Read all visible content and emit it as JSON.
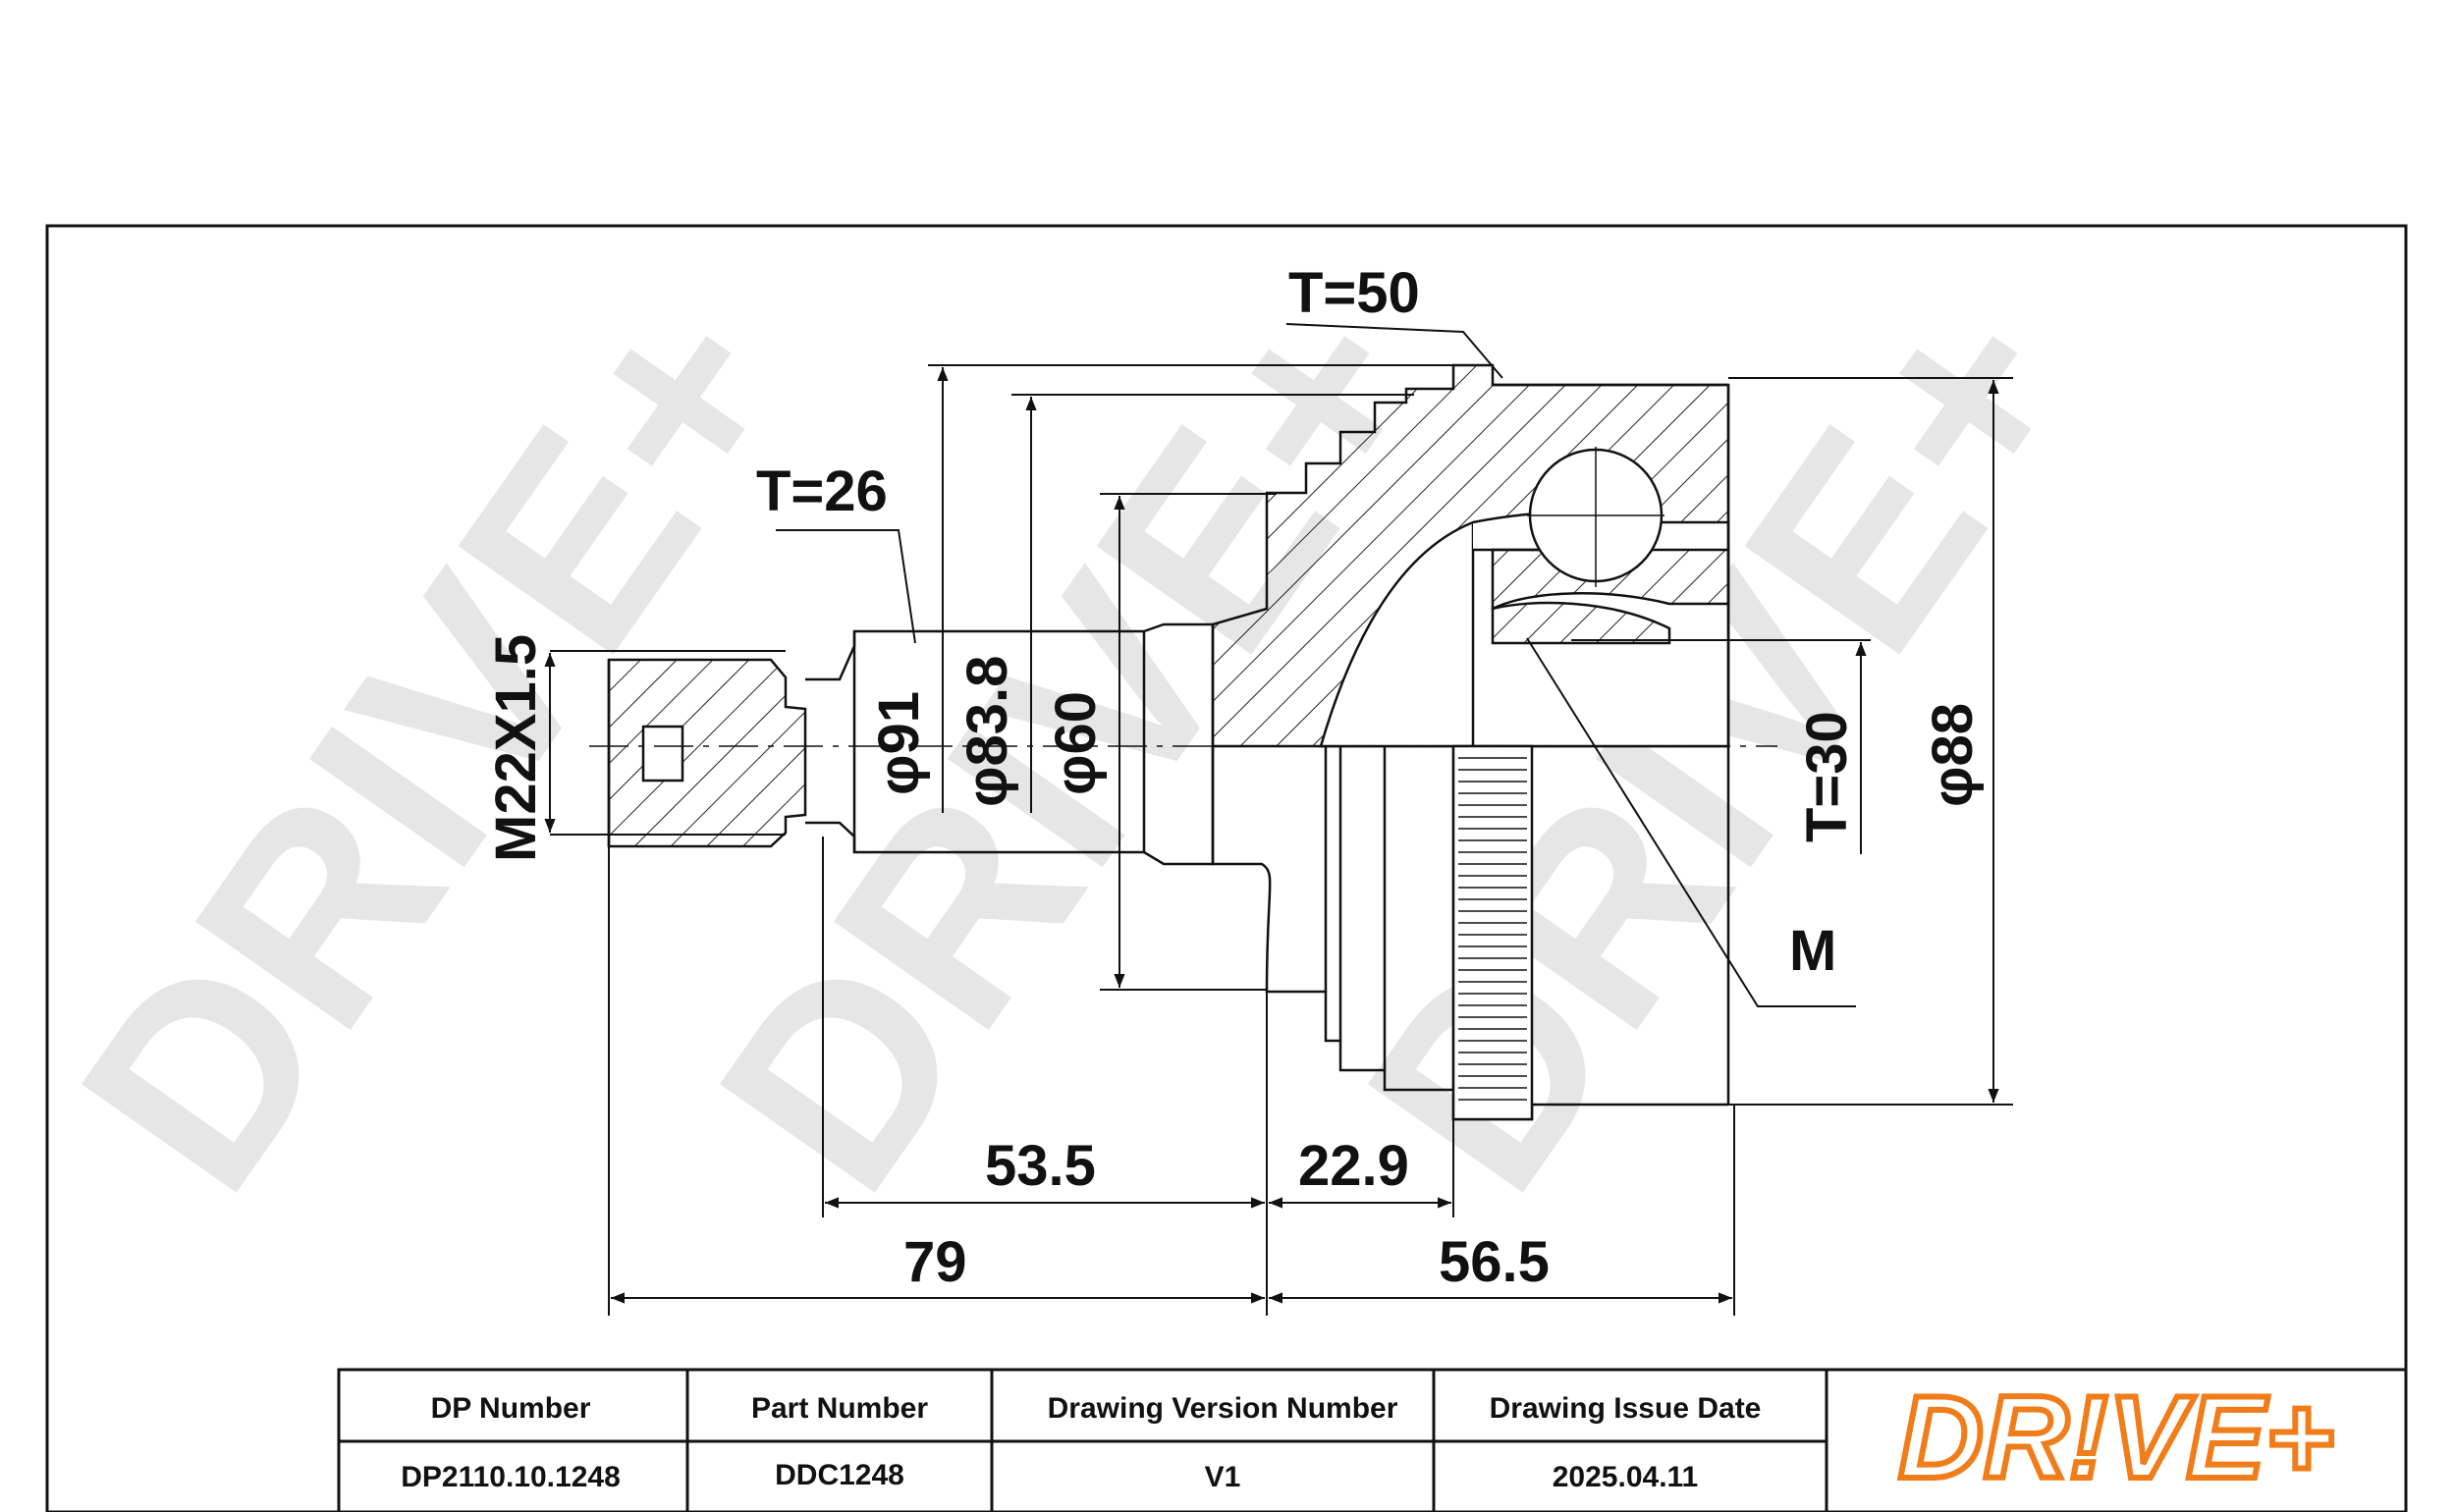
{
  "drawing": {
    "labels": {
      "t50": "T=50",
      "t26": "T=26",
      "m22": "M22X1.5",
      "phi91": "φ91",
      "phi838": "φ83.8",
      "phi60": "φ60",
      "t30": "T=30",
      "phi88": "φ88",
      "m": "M",
      "d535": "53.5",
      "d229": "22.9",
      "d79": "79",
      "d565": "56.5"
    },
    "watermark": "DRIVE+"
  },
  "title_block": {
    "headers": [
      "DP Number",
      "Part Number",
      "Drawing Version Number",
      "Drawing Issue Date"
    ],
    "values": [
      "DP2110.10.1248",
      "DDC1248",
      "V1",
      "2025.04.11"
    ]
  },
  "logo": {
    "text": "DR!VE+",
    "color": "#f07c1a"
  }
}
